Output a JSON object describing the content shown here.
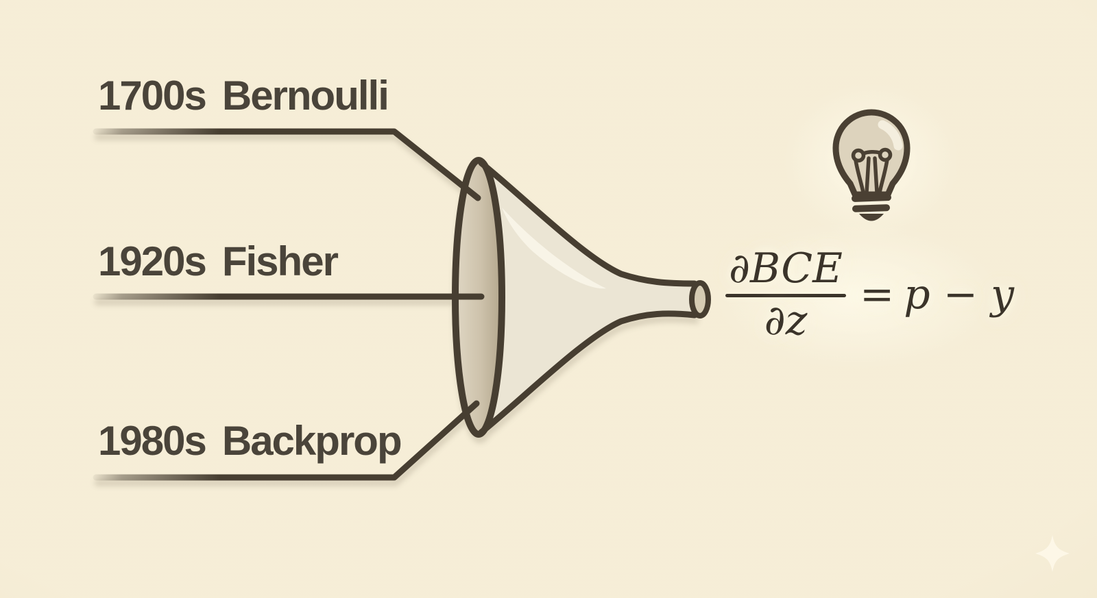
{
  "palette": {
    "background": "#f2e8cc",
    "glow": "#fdf9e8",
    "ink_outline": "#473e31",
    "label_text": "#4a443a",
    "funnel_body": "#ebe5d4",
    "funnel_mouth_light": "#e0d7c4",
    "funnel_mouth_dark": "#b3a68d",
    "bulb_glass": "#ddd3bd",
    "sparkle": "#fdf8e8"
  },
  "timeline": {
    "items": [
      {
        "year": "1700s",
        "name": "Bernoulli"
      },
      {
        "year": "1920s",
        "name": "Fisher"
      },
      {
        "year": "1980s",
        "name": "Backprop"
      }
    ]
  },
  "formula": {
    "numerator": "∂BCE",
    "denominator": "∂z",
    "equals": "=",
    "result": "p − y"
  },
  "icons": {
    "funnel": "funnel-icon",
    "lightbulb": "lightbulb-icon",
    "sparkle": "sparkle-icon"
  }
}
